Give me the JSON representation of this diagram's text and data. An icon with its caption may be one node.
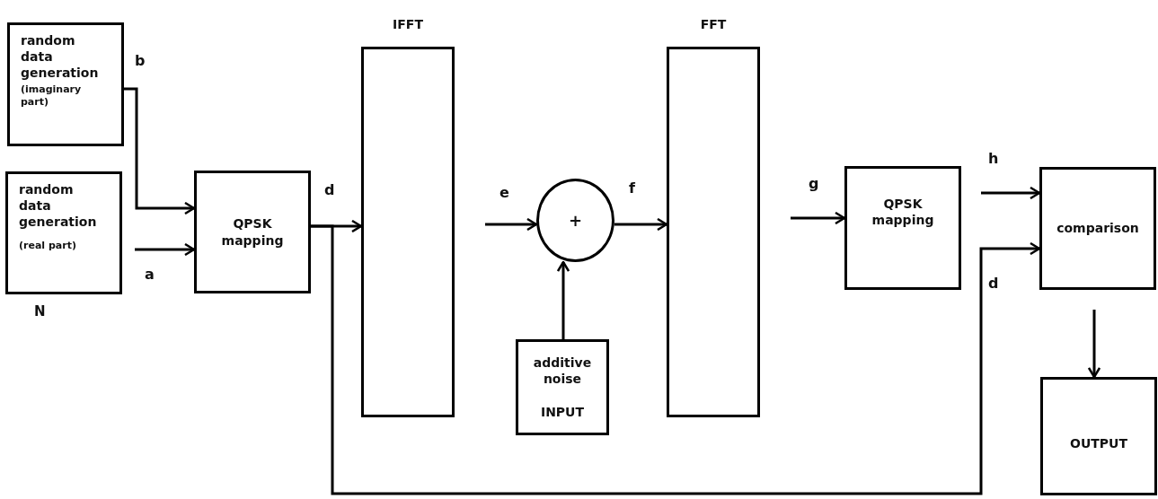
{
  "diagram": {
    "nodes": [
      {
        "text": [
          "random data generation",
          "(imaginary part)"
        ]
      },
      {
        "text": [
          "random data generation",
          "(real part)"
        ],
        "beside": [
          "N"
        ]
      },
      {
        "text": [
          "QPSK mapping"
        ]
      },
      {
        "text": [
          "IFFT"
        ]
      },
      {
        "text": [
          "+"
        ]
      },
      {
        "text": [
          "additive noise",
          "INPUT"
        ]
      },
      {
        "text": [
          "FFT"
        ]
      },
      {
        "text": [
          "QPSK mapping"
        ]
      },
      {
        "text": [
          "comparison"
        ]
      },
      {
        "text": [
          "OUTPUT"
        ]
      }
    ],
    "edges": [
      {
        "from": 0,
        "to": 2,
        "arrow": "to",
        "label": "b"
      },
      {
        "from": 1,
        "to": 2,
        "arrow": "to",
        "label": "a"
      },
      {
        "from": 2,
        "to": 3,
        "arrow": "to",
        "label": "d"
      },
      {
        "from": 2,
        "to": 8,
        "arrow": "to",
        "label": "d"
      },
      {
        "from": 3,
        "to": 4,
        "arrow": "to",
        "label": "e"
      },
      {
        "from": 4,
        "to": 6,
        "arrow": "to",
        "label": "f"
      },
      {
        "from": 5,
        "to": 4,
        "arrow": "to"
      },
      {
        "from": 6,
        "to": 7,
        "arrow": "to",
        "label": "g"
      },
      {
        "from": 7,
        "to": 8,
        "arrow": "to",
        "label": "h"
      },
      {
        "from": 8,
        "to": 9,
        "arrow": "to"
      }
    ]
  }
}
